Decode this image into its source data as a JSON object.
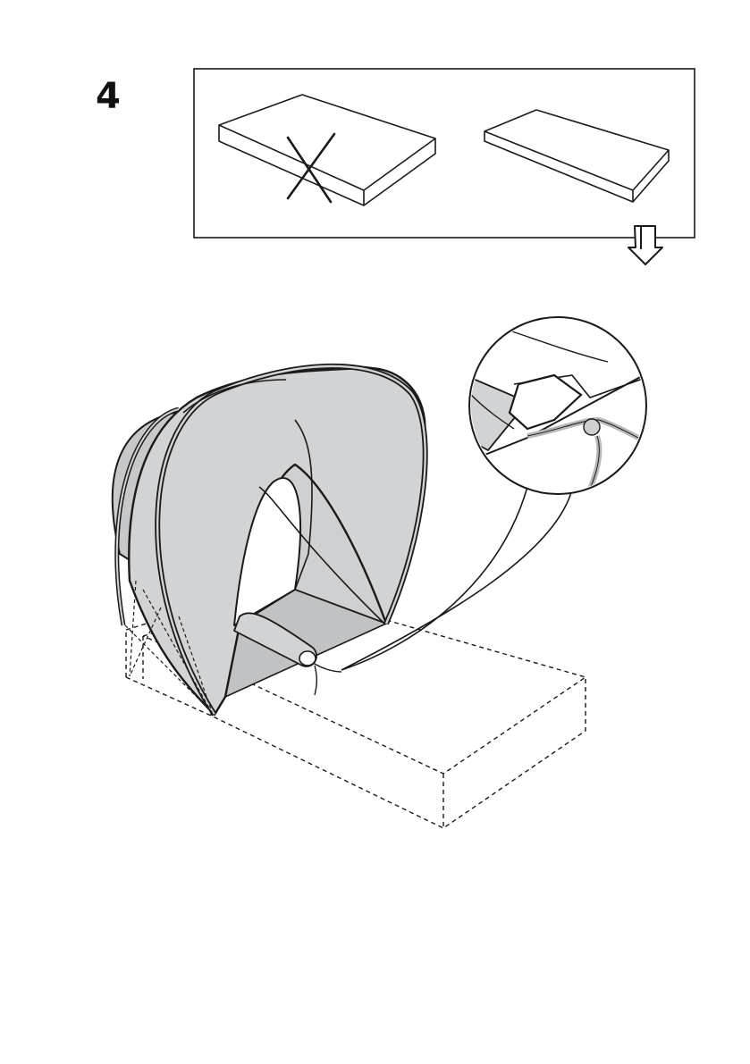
{
  "page": {
    "step_number": "4"
  },
  "panels": {
    "reference_box": {
      "items": [
        {
          "name": "mattress-thick",
          "status": "not-allowed"
        },
        {
          "name": "mattress-thin",
          "status": "allowed"
        }
      ],
      "arrow_icon": "arrow-down-icon"
    },
    "main_illustration": {
      "subject": "canopy-tent-on-mattress",
      "detail_callout": "tie-knot-detail"
    }
  },
  "colors": {
    "stroke": "#1a1a1a",
    "canopy_fill": "#d2d3d4",
    "canopy_shadow": "#b9babb",
    "cord": "#cfcfcf",
    "background": "#ffffff"
  }
}
